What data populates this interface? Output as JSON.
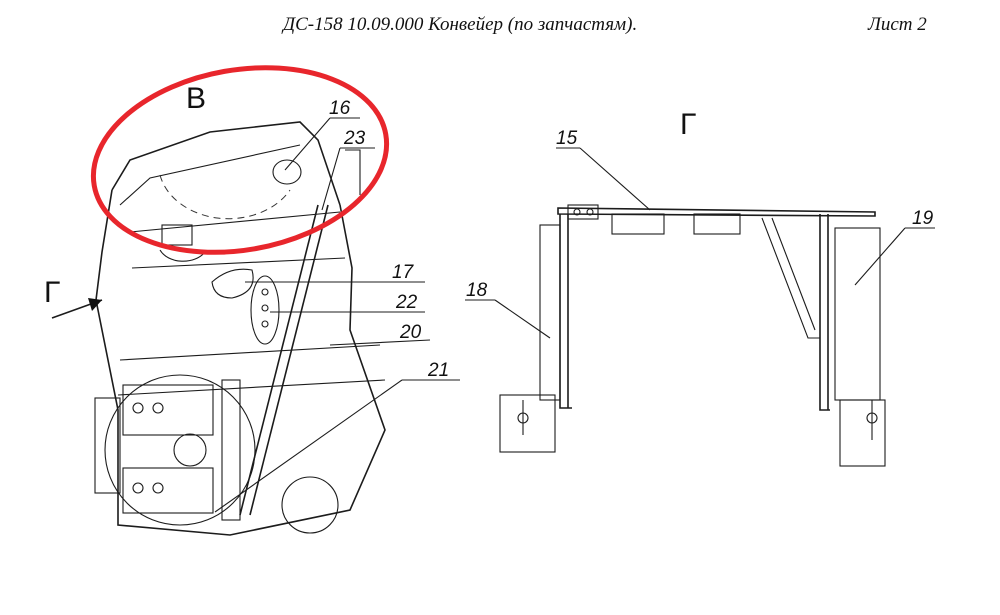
{
  "header": {
    "title": "ДС-158 10.09.000 Конвейер (по запчастям).",
    "sheet": "Лист 2"
  },
  "left_view": {
    "view_label": "В",
    "arrow_label": "Г",
    "callouts": [
      "16",
      "23",
      "17",
      "22",
      "20",
      "21"
    ],
    "highlight_color": "#e8262c"
  },
  "right_view": {
    "view_label": "Г",
    "callouts": [
      "15",
      "19",
      "18"
    ]
  }
}
